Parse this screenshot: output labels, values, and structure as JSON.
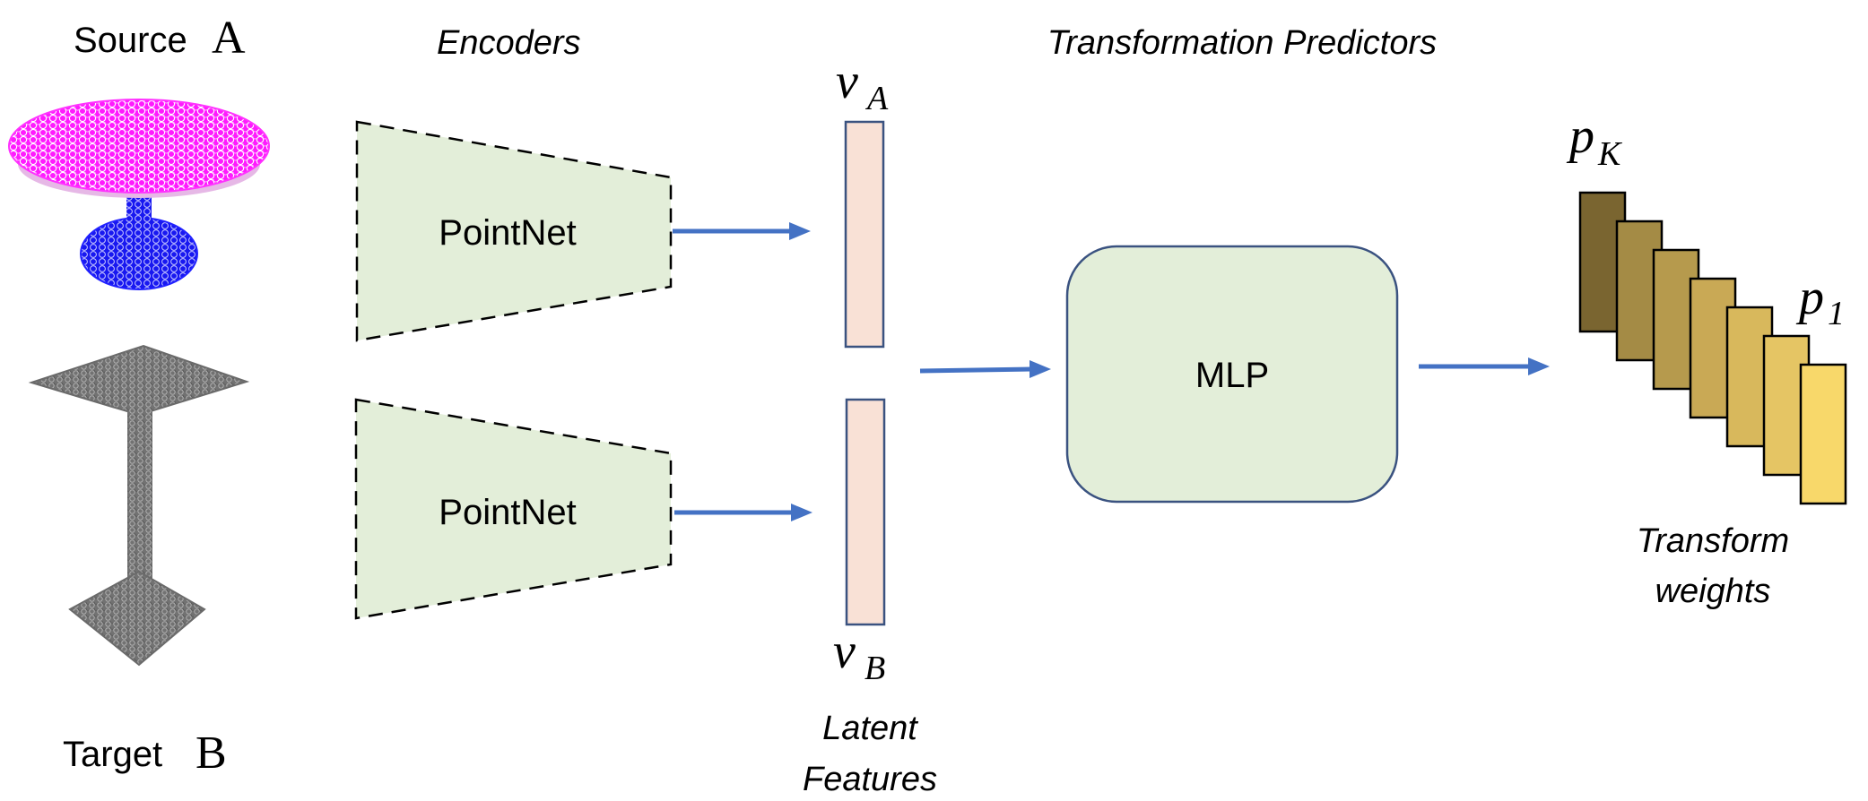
{
  "labels": {
    "source": "Source",
    "source_letter": "A",
    "target": "Target",
    "target_letter": "B",
    "encoders_heading": "Encoders",
    "predictors_heading": "Transformation Predictors",
    "latent_line1": "Latent",
    "latent_line2": "Features",
    "weights_line1": "Transform",
    "weights_line2": "weights"
  },
  "encoders": [
    {
      "label": "PointNet"
    },
    {
      "label": "PointNet"
    }
  ],
  "latents": [
    {
      "symbol": "ν",
      "subscript": "A"
    },
    {
      "symbol": "ν",
      "subscript": "B"
    }
  ],
  "mlp": {
    "label": "MLP"
  },
  "weights": {
    "first": {
      "symbol": "p",
      "subscript": "K"
    },
    "last": {
      "symbol": "p",
      "subscript": "1"
    },
    "colors": [
      "#7a6530",
      "#a48b45",
      "#b69a4d",
      "#c9a955",
      "#d8b85c",
      "#e5c564",
      "#f8d86a"
    ]
  },
  "colors": {
    "encoder_fill": "#e3eed9",
    "latent_fill": "#f9e1d6",
    "latent_border": "#3a5280",
    "arrow": "#4472c4",
    "mlp_border": "#3a5280",
    "source_top": "#ff00ff",
    "source_base": "#1010ee",
    "target_shape": "#6e6e6e"
  },
  "icons": {
    "source_shape": "round-table-point-cloud",
    "target_shape": "square-table-point-cloud"
  }
}
